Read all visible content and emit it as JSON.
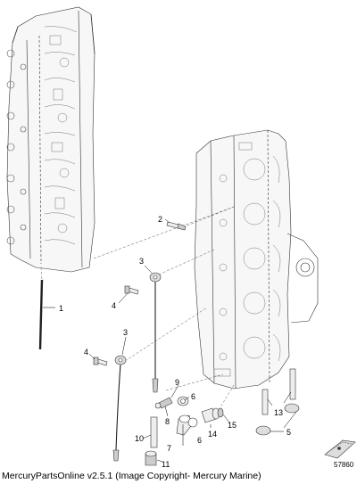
{
  "diagram": {
    "reference_number": "57860",
    "callouts": [
      "1",
      "2",
      "3",
      "3",
      "4",
      "4",
      "5",
      "6",
      "6",
      "7",
      "8",
      "9",
      "10",
      "11",
      "13",
      "14",
      "15"
    ]
  },
  "footer": {
    "text": "MercuryPartsOnline v2.5.1 (Image Copyright- Mercury Marine)"
  }
}
